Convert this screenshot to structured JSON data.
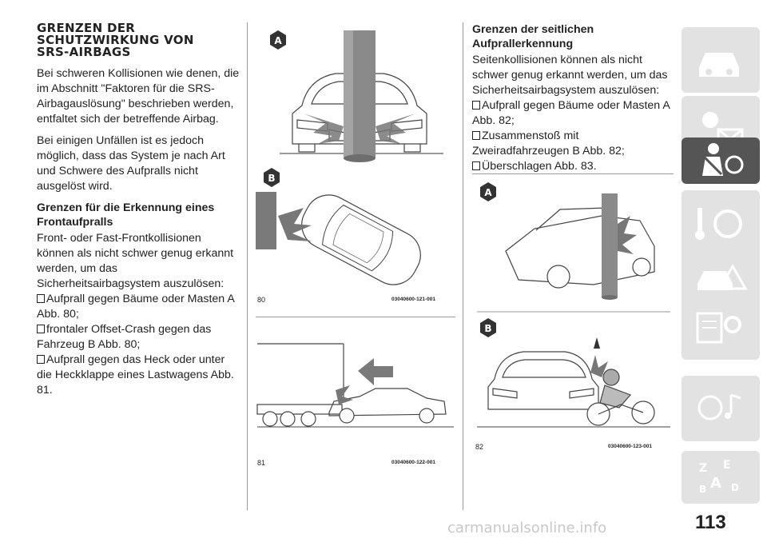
{
  "col1": {
    "title": "GRENZEN DER\nSCHUTZWIRKUNG VON\nSRS-AIRBAGS",
    "p1": "Bei schweren Kollisionen wie denen, die im Abschnitt \"Faktoren für die SRS-Airbagauslösung\" beschrieben werden, entfaltet sich der betreffende Airbag.",
    "p2": "Bei einigen Unfällen ist es jedoch möglich, dass das System je nach Art und Schwere des Aufpralls nicht ausgelöst wird.",
    "h_front": "Grenzen für die Erkennung eines Frontaufpralls",
    "p3": "Front- oder Fast-Frontkollisionen können als nicht schwer genug erkannt werden, um das Sicherheitsairbagsystem auszulösen:",
    "bullets": [
      "Aufprall gegen Bäume oder Masten A Abb. 80;",
      "frontaler Offset-Crash gegen das Fahrzeug B Abb. 80;",
      "Aufprall gegen das Heck oder unter die Heckklappe eines Lastwagens Abb. 81."
    ]
  },
  "col3": {
    "h_side": "Grenzen der seitlichen Aufprallerkennung",
    "p1": "Seitenkollisionen können als nicht schwer genug erkannt werden, um das Sicherheitsairbagsystem auszulösen:",
    "bullets": [
      "Aufprall gegen Bäume oder Masten A Abb. 82;",
      "Zusammenstoß mit Zweiradfahrzeugen B Abb. 82;",
      "Überschlagen Abb. 83."
    ]
  },
  "figures": {
    "fig80": {
      "num": "80",
      "code": "03040600-121-001",
      "label_a": "A",
      "label_b": "B"
    },
    "fig81": {
      "num": "81",
      "code": "03040600-122-001"
    },
    "fig82": {
      "num": "82",
      "code": "03040600-123-001",
      "label_a": "A",
      "label_b": "B"
    }
  },
  "page_number": "113",
  "watermark": "carmanualsonline.info",
  "tabs": [
    {
      "icon": "car-dashboard-icon",
      "active": false
    },
    {
      "icon": "warning-lights-icon",
      "active": false
    },
    {
      "icon": "seatbelt-airbag-icon",
      "active": true
    },
    {
      "icon": "steering-key-icon",
      "active": false
    },
    {
      "icon": "breakdown-icon",
      "active": false
    },
    {
      "icon": "service-tools-icon",
      "active": false
    },
    {
      "icon": "multimedia-icon",
      "active": false
    },
    {
      "icon": "index-icon",
      "active": false
    }
  ],
  "colors": {
    "tab_active": "#555555",
    "tab_inactive": "#e2e2e2",
    "tab_icon": "#ffffff"
  }
}
